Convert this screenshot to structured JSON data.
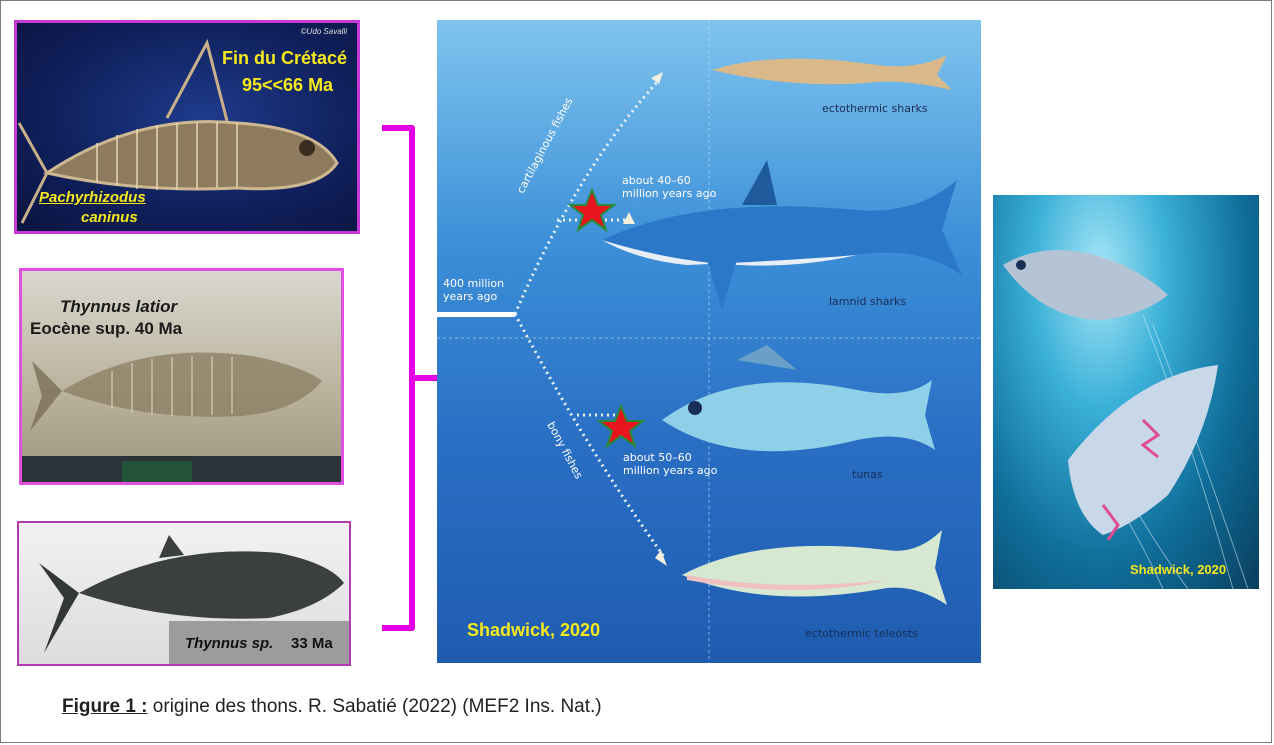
{
  "fossil1": {
    "title_line1": "Fin du Crétacé",
    "title_line2": "95<<66 Ma",
    "species_line1": "Pachyrhizodus",
    "species_line2": "caninus",
    "credit": "©Udo Savalli"
  },
  "fossil2": {
    "species": "Thynnus latior",
    "age": "Eocène sup. 40 Ma"
  },
  "fossil3": {
    "species": "Thynnus sp.",
    "age": "33 Ma"
  },
  "diagram": {
    "root_label": [
      "400 million",
      "years ago"
    ],
    "branch_upper": "cartilaginous fishes",
    "branch_lower": "bony fishes",
    "time_upper": [
      "about 40–60",
      "million years ago"
    ],
    "time_lower": [
      "about 50–60",
      "million years ago"
    ],
    "groups": [
      "ectothermic sharks",
      "lamnid sharks",
      "tunas",
      "ectothermic teleosts"
    ],
    "credit": "Shadwick, 2020"
  },
  "painting": {
    "credit": "Shadwick, 2020"
  },
  "caption": {
    "label": "Figure 1 :",
    "text": " origine des thons. R. Sabatié (2022) (MEF2 Ins. Nat.)"
  },
  "colors": {
    "bracket": "#e400e4",
    "star": "#e8141e",
    "star_outline": "#2a8a3a",
    "credit_yellow": "#f6e81a"
  }
}
